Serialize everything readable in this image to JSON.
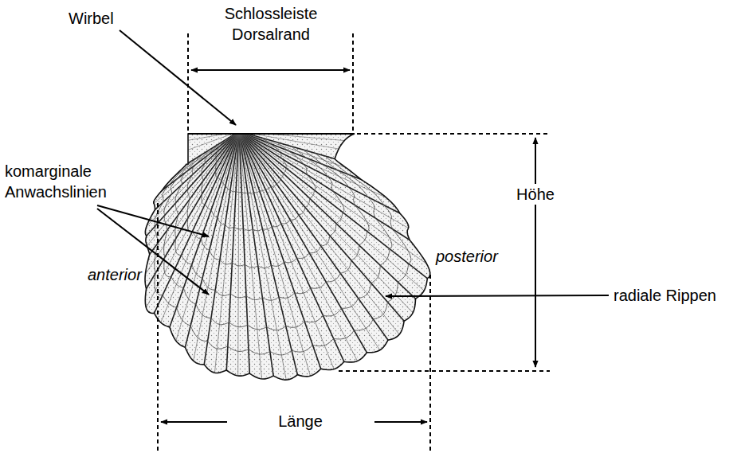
{
  "diagram": {
    "labels": [
      "Wirbel",
      "Schlossleiste Dorsalrand",
      "komarginale Anwachslinien",
      "anterior",
      "Höhe",
      "posterior",
      "radiale Rippen",
      "Länge"
    ]
  }
}
